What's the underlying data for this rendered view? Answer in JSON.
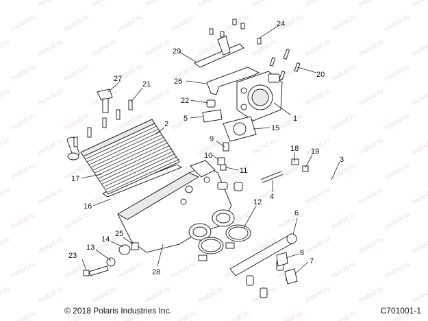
{
  "watermark": {
    "text": "motod.ru"
  },
  "footer": {
    "copyright": "© 2018 Polaris Industries Inc.",
    "figure_id": "C701001-1"
  },
  "callouts": {
    "c1": "1",
    "c2": "2",
    "c3": "3",
    "c4": "4",
    "c5": "5",
    "c6": "6",
    "c7": "7",
    "c8": "8",
    "c9": "9",
    "c10": "10",
    "c11": "11",
    "c12": "12",
    "c13": "13",
    "c14": "14",
    "c15": "15",
    "c16": "16",
    "c17": "17",
    "c18": "18",
    "c19": "19",
    "c20": "20",
    "c21": "21",
    "c22": "22",
    "c23": "23",
    "c24": "24",
    "c25": "25",
    "c26": "26",
    "c27": "27",
    "c28": "28",
    "c29": "29"
  }
}
